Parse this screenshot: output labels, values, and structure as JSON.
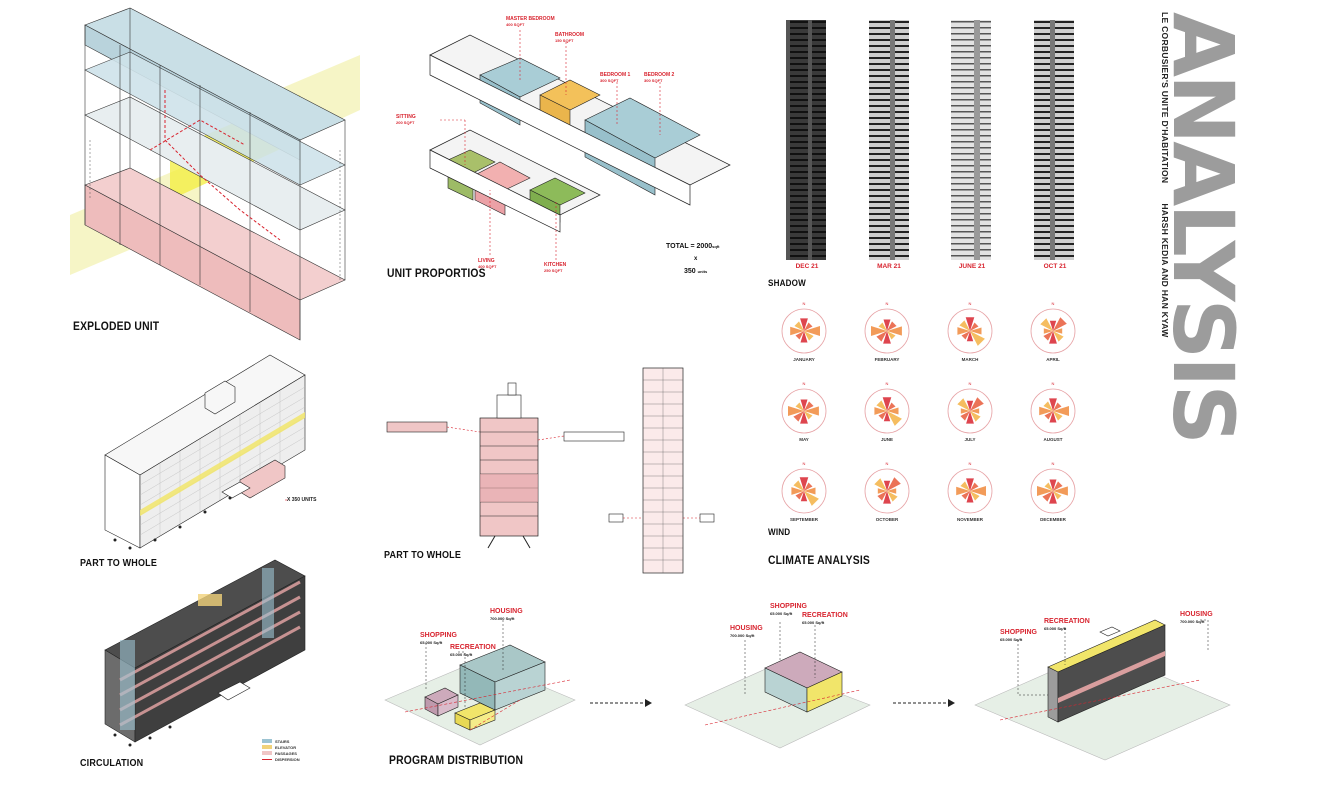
{
  "headline": {
    "title": "ANALYSIS",
    "subtitle": "LE CORBUSIER'S UNITE D'HABITATION",
    "authors": "HARSH KEDIA AND HAN KYAW"
  },
  "sections": {
    "exploded_unit": "EXPLODED UNIT",
    "unit_proportions": "UNIT PROPORTIOS",
    "part_to_whole_left": "PART TO WHOLE",
    "part_to_whole_mid": "PART TO WHOLE",
    "circulation": "CIRCULATION",
    "program_distribution": "PROGRAM DISTRIBUTION",
    "shadow": "SHADOW",
    "wind": "WIND",
    "climate_analysis": "CLIMATE ANALYSIS"
  },
  "unit_rooms": [
    {
      "name": "MASTER BEDROOM",
      "area": "400 SQFT"
    },
    {
      "name": "BATHROOM",
      "area": "150 SQFT"
    },
    {
      "name": "BEDROOM 1",
      "area": "300 SQFT"
    },
    {
      "name": "BEDROOM 2",
      "area": "300 SQFT"
    },
    {
      "name": "SITTING",
      "area": "200 SQFT"
    },
    {
      "name": "LIVING",
      "area": "400 SQFT"
    },
    {
      "name": "KITCHEN",
      "area": "250 SQFT"
    }
  ],
  "unit_total": {
    "label": "TOTAL = 2000",
    "unit_sqft": "sqft",
    "times": "x",
    "count": "350",
    "units": "units"
  },
  "part_whole_note": "X 350 UNITS",
  "legend": [
    {
      "label": "STAIRS",
      "color": "#9cc3d2"
    },
    {
      "label": "ELEVATOR",
      "color": "#f1d27a"
    },
    {
      "label": "PASSAGES",
      "color": "#f0c6c6"
    },
    {
      "label": "DISPERSION",
      "color": "#d8242f",
      "line": true
    }
  ],
  "shadow_months": [
    "DEC 21",
    "MAR 21",
    "JUNE 21",
    "OCT 21"
  ],
  "wind_months": [
    "JANUARY",
    "FEBRUARY",
    "MARCH",
    "APRIL",
    "MAY",
    "JUNE",
    "JULY",
    "AUGUST",
    "SEPTEMBER",
    "OCTOBER",
    "NOVEMBER",
    "DECEMBER"
  ],
  "wind_north": "N",
  "program": {
    "stage1": [
      {
        "name": "HOUSING",
        "area": "700.000 Sq/ft"
      },
      {
        "name": "SHOPPING",
        "area": "65.000 Sq/ft"
      },
      {
        "name": "RECREATION",
        "area": "65.000 Sq/ft"
      }
    ],
    "stage2": [
      {
        "name": "SHOPPING",
        "area": "65.000 Sq/ft"
      },
      {
        "name": "RECREATION",
        "area": "65.000 Sq/ft"
      },
      {
        "name": "HOUSING",
        "area": "700.000 Sq/ft"
      }
    ],
    "stage3": [
      {
        "name": "RECREATION",
        "area": "65.000 Sq/ft"
      },
      {
        "name": "HOUSING",
        "area": "700.000 Sq/ft"
      },
      {
        "name": "SHOPPING",
        "area": "65.000 Sq/ft"
      }
    ]
  },
  "colors": {
    "accent_red": "#d8242f",
    "blue": "#9cc3d2",
    "pink": "#f0c6c6",
    "yellow": "#f1e56a",
    "green": "#9dbb66",
    "grey_title": "#9c9c9c"
  }
}
